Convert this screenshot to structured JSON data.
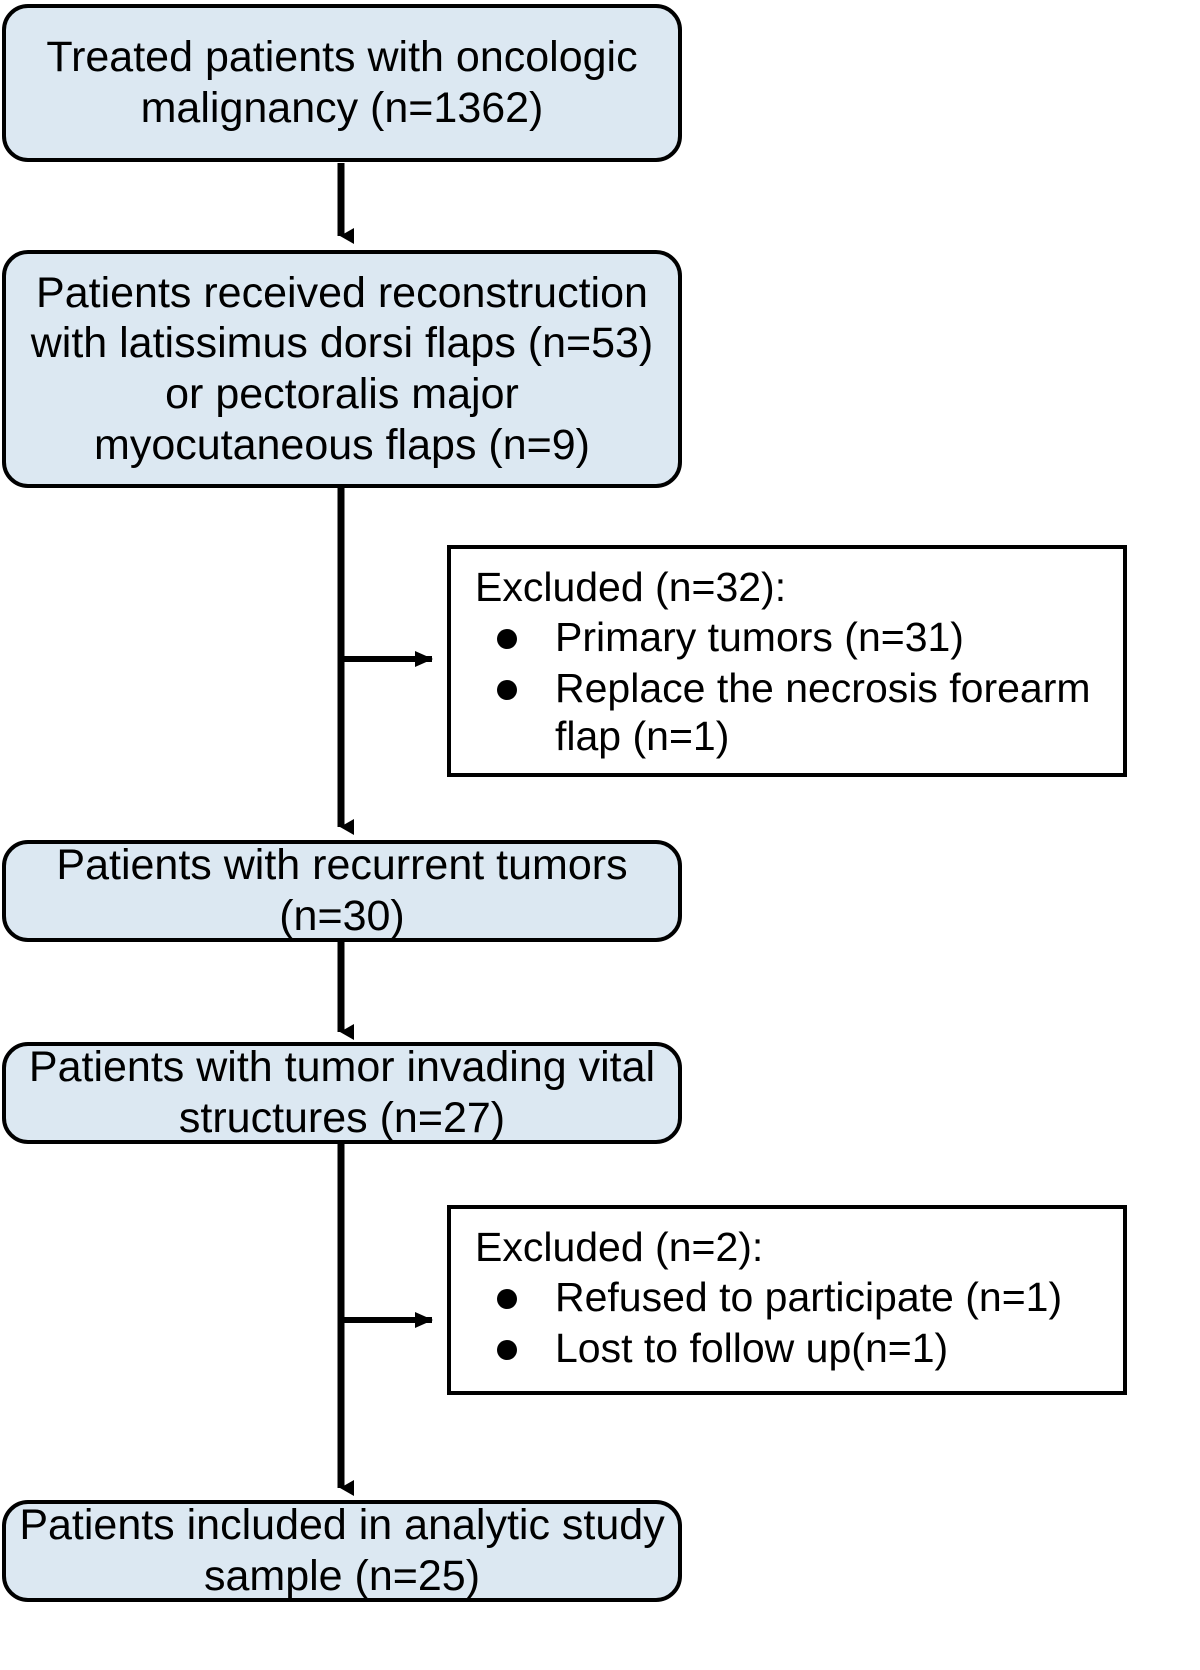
{
  "diagram": {
    "type": "flowchart",
    "title": "Patient selection flow diagram",
    "colors": {
      "node_fill": "#dce8f2",
      "node_border": "#000000",
      "excluded_fill": "#ffffff",
      "text": "#000000",
      "connector": "#000000"
    },
    "nodes": [
      {
        "id": "n1",
        "kind": "primary",
        "lines": [
          "Treated patients with oncologic",
          "malignancy (n=1362)"
        ],
        "count": 1362
      },
      {
        "id": "n2",
        "kind": "primary",
        "lines": [
          "Patients received reconstruction",
          "with latissimus dorsi flaps (n=53)",
          "or pectoralis major",
          "myocutaneous flaps (n=9)"
        ],
        "counts": [
          53,
          9
        ]
      },
      {
        "id": "e1",
        "kind": "excluded",
        "title": "Excluded (n=32):",
        "count": 32,
        "items": [
          {
            "text": "Primary tumors (n=31)",
            "count": 31
          },
          {
            "text": "Replace the necrosis forearm\nflap (n=1)",
            "count": 1
          }
        ]
      },
      {
        "id": "n3",
        "kind": "primary",
        "lines": [
          "Patients with recurrent tumors",
          "(n=30)"
        ],
        "count": 30
      },
      {
        "id": "n4",
        "kind": "primary",
        "lines": [
          "Patients with tumor invading vital",
          "structures (n=27)"
        ],
        "count": 27
      },
      {
        "id": "e2",
        "kind": "excluded",
        "title": "Excluded (n=2):",
        "count": 2,
        "items": [
          {
            "text": "Refused to participate (n=1)",
            "count": 1
          },
          {
            "text": "Lost to follow up(n=1)",
            "count": 1
          }
        ]
      },
      {
        "id": "n5",
        "kind": "primary",
        "lines": [
          "Patients included in analytic study",
          "sample (n=25)"
        ],
        "count": 25
      }
    ]
  }
}
